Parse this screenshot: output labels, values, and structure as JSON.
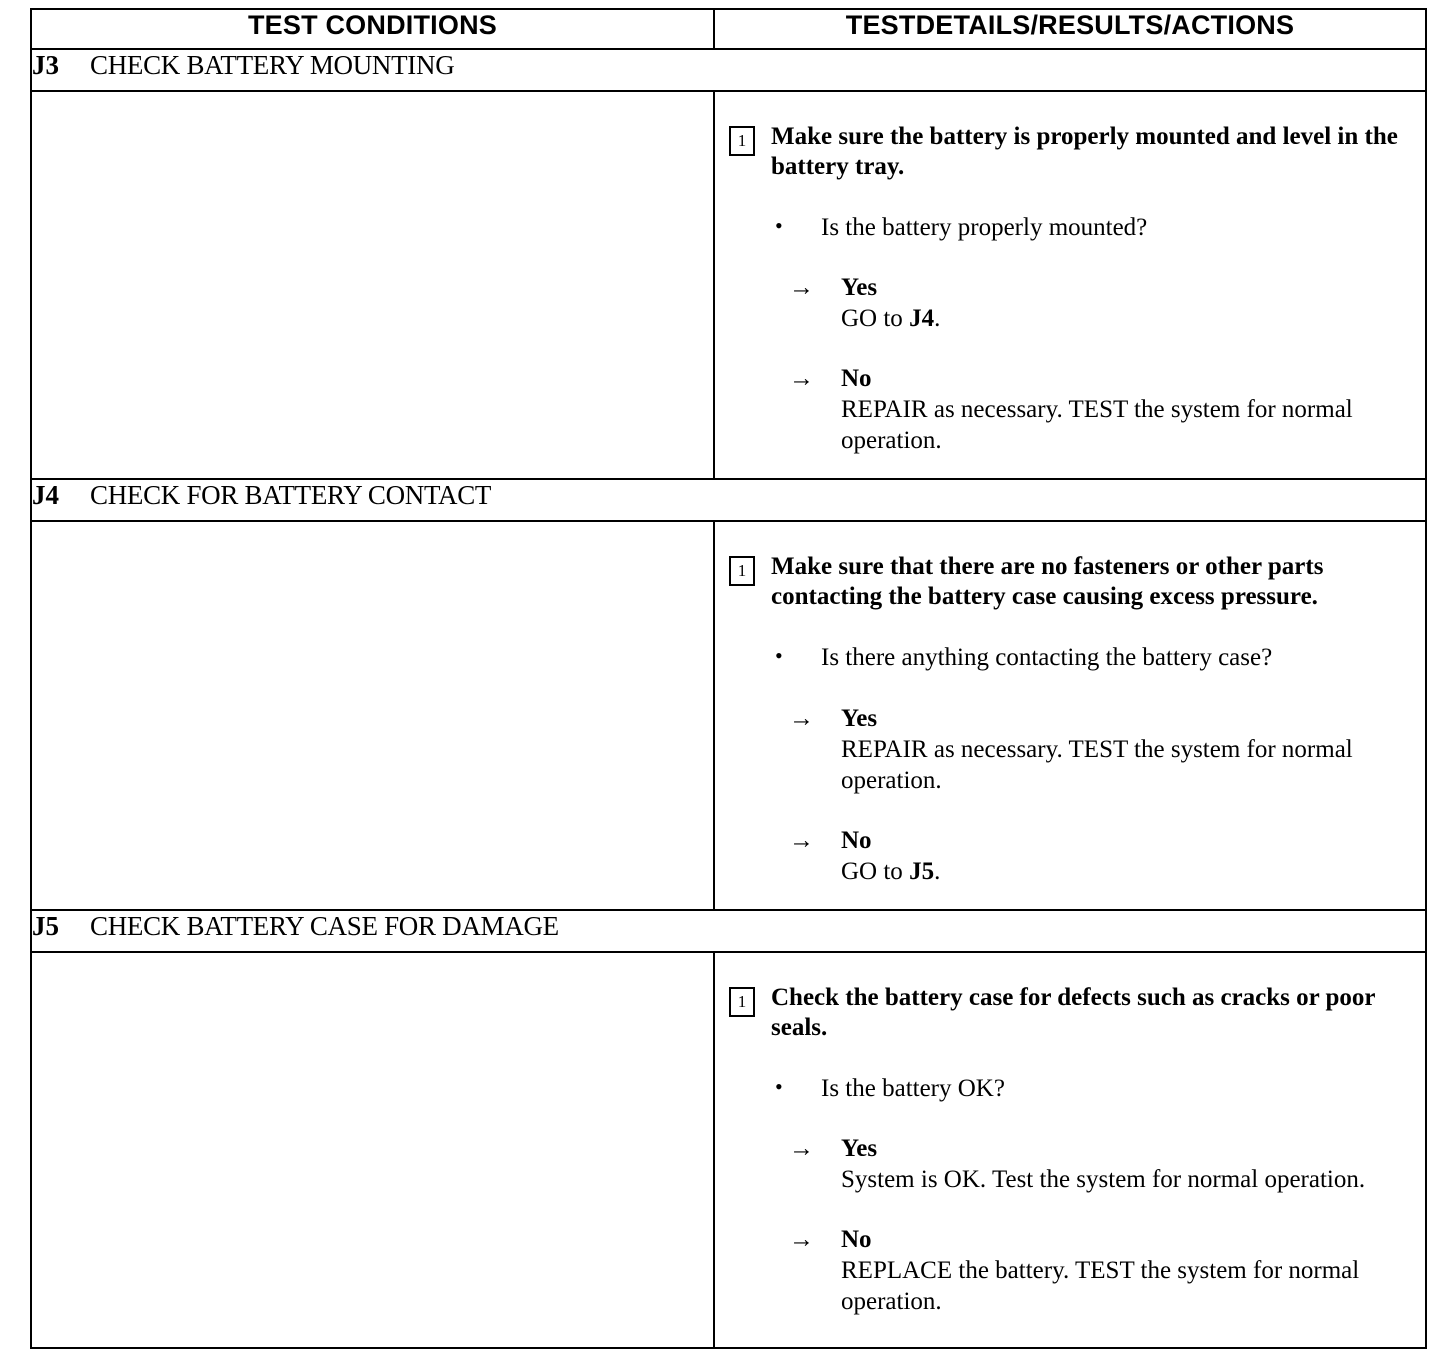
{
  "table": {
    "headers": {
      "conditions": "TEST CONDITIONS",
      "details": "TESTDETAILS/RESULTS/ACTIONS"
    },
    "sections": [
      {
        "id": "J3",
        "title": "CHECK BATTERY MOUNTING",
        "step_number": "1",
        "instruction": "Make sure the battery is properly mounted and level in the battery tray.",
        "bullet_glyph": "•",
        "question": "Is the battery properly mounted?",
        "arrow_glyph": "→",
        "answers": [
          {
            "label": "Yes",
            "action_pre": "GO to ",
            "action_bold": "J4",
            "action_post": "."
          },
          {
            "label": "No",
            "action_pre": "REPAIR as necessary. TEST the system for normal operation.",
            "action_bold": "",
            "action_post": ""
          }
        ]
      },
      {
        "id": "J4",
        "title": "CHECK FOR BATTERY CONTACT",
        "step_number": "1",
        "instruction": "Make sure that there are no fasteners or other parts contacting the battery case causing excess pressure.",
        "bullet_glyph": "•",
        "question": "Is there anything contacting the battery case?",
        "arrow_glyph": "→",
        "answers": [
          {
            "label": "Yes",
            "action_pre": "REPAIR as necessary. TEST the system for normal operation.",
            "action_bold": "",
            "action_post": ""
          },
          {
            "label": "No",
            "action_pre": "GO to ",
            "action_bold": "J5",
            "action_post": "."
          }
        ]
      },
      {
        "id": "J5",
        "title": "CHECK BATTERY CASE FOR DAMAGE",
        "step_number": "1",
        "instruction": "Check the battery case for defects such as cracks or poor seals.",
        "bullet_glyph": "•",
        "question": "Is the battery OK?",
        "arrow_glyph": "→",
        "answers": [
          {
            "label": "Yes",
            "action_pre": "System is OK. Test the system for normal operation.",
            "action_bold": "",
            "action_post": ""
          },
          {
            "label": "No",
            "action_pre": "REPLACE the battery. TEST the system for normal operation.",
            "action_bold": "",
            "action_post": ""
          }
        ]
      }
    ]
  }
}
